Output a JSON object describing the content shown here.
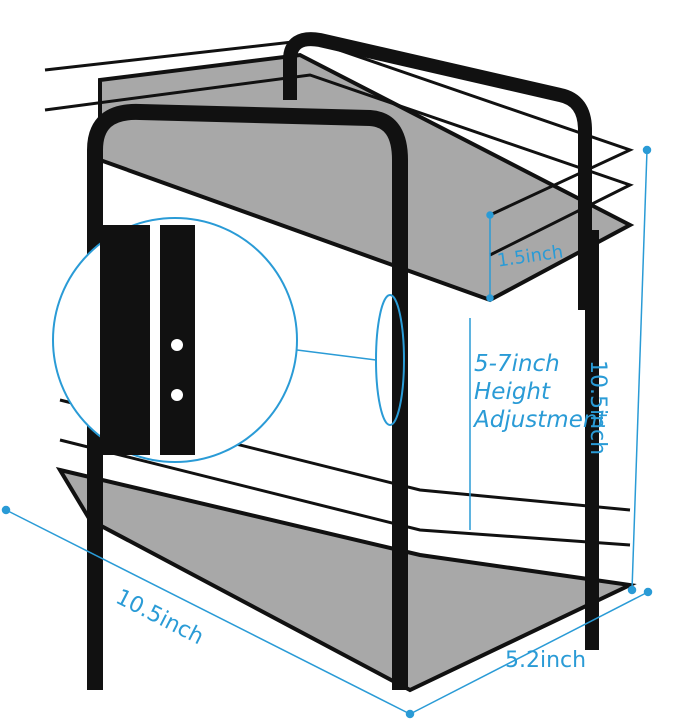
{
  "dimensions": {
    "shelf_rail_height": "1.5inch",
    "height_adjust_line1": "5-7inch",
    "height_adjust_line2": "Height",
    "height_adjust_line3": "Adjustment",
    "total_height": "10.5inch",
    "length": "10.5inch",
    "width": "5.2inch"
  },
  "colors": {
    "dimension_accent": "#2a9bd6",
    "frame": "#1a1a1a",
    "shelf_liner": "#9a9a9a"
  }
}
